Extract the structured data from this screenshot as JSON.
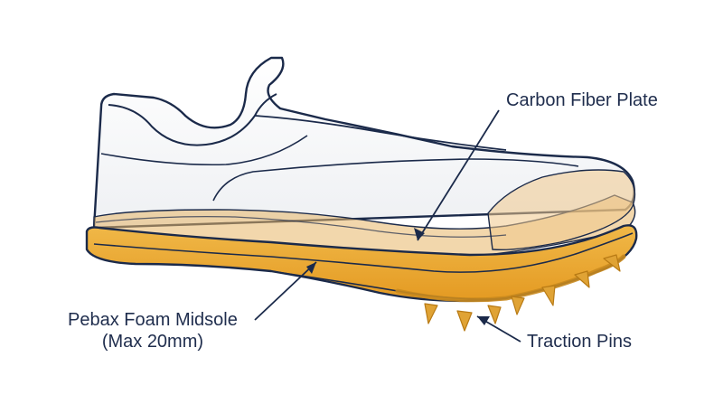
{
  "labels": {
    "carbon_fiber_plate": "Carbon Fiber Plate",
    "pebax_foam_midsole": "Pebax Foam Midsole",
    "pebax_foam_note": "(Max 20mm)",
    "traction_pins": "Traction Pins"
  },
  "colors": {
    "outline": "#1b2a4a",
    "foam_orange": "#e8a531",
    "foam_light": "#f2c98a",
    "plate_band": "#e6b260",
    "pin_gold": "#d89a2a",
    "upper_fill": "#f6f7f9"
  }
}
